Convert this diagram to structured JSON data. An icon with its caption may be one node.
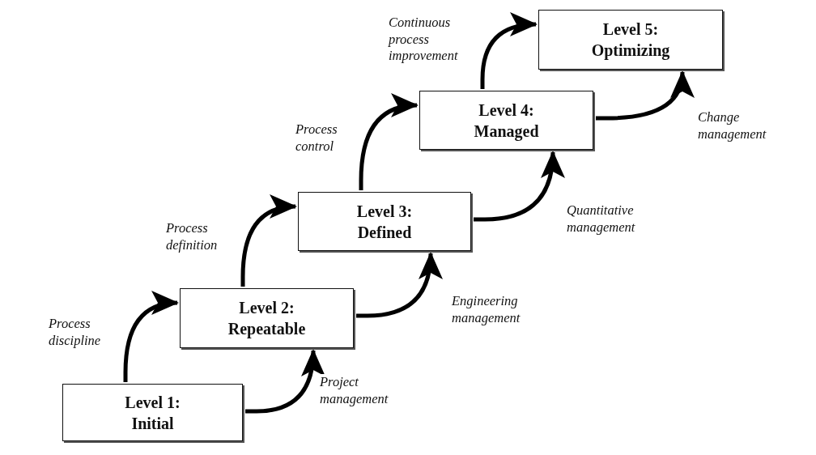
{
  "diagram": {
    "nodes": [
      {
        "text": [
          "Level 1:",
          "Initial"
        ]
      },
      {
        "text": [
          "Level 2:",
          "Repeatable"
        ]
      },
      {
        "text": [
          "Level 3:",
          "Defined"
        ]
      },
      {
        "text": [
          "Level 4:",
          "Managed"
        ]
      },
      {
        "text": [
          "Level 5:",
          "Optimizing"
        ]
      }
    ],
    "edges": [
      {
        "from": 0,
        "to": 1,
        "arrow": "to",
        "label": "Process discipline"
      },
      {
        "from": 0,
        "to": 1,
        "arrow": "to",
        "label": "Project management"
      },
      {
        "from": 1,
        "to": 2,
        "arrow": "to",
        "label": "Process definition"
      },
      {
        "from": 1,
        "to": 2,
        "arrow": "to",
        "label": "Engineering management"
      },
      {
        "from": 2,
        "to": 3,
        "arrow": "to",
        "label": "Process control"
      },
      {
        "from": 2,
        "to": 3,
        "arrow": "to",
        "label": "Quantitative management"
      },
      {
        "from": 3,
        "to": 4,
        "arrow": "to",
        "label": "Continuous process improvement"
      },
      {
        "from": 3,
        "to": 4,
        "arrow": "to",
        "label": "Change management"
      }
    ]
  }
}
